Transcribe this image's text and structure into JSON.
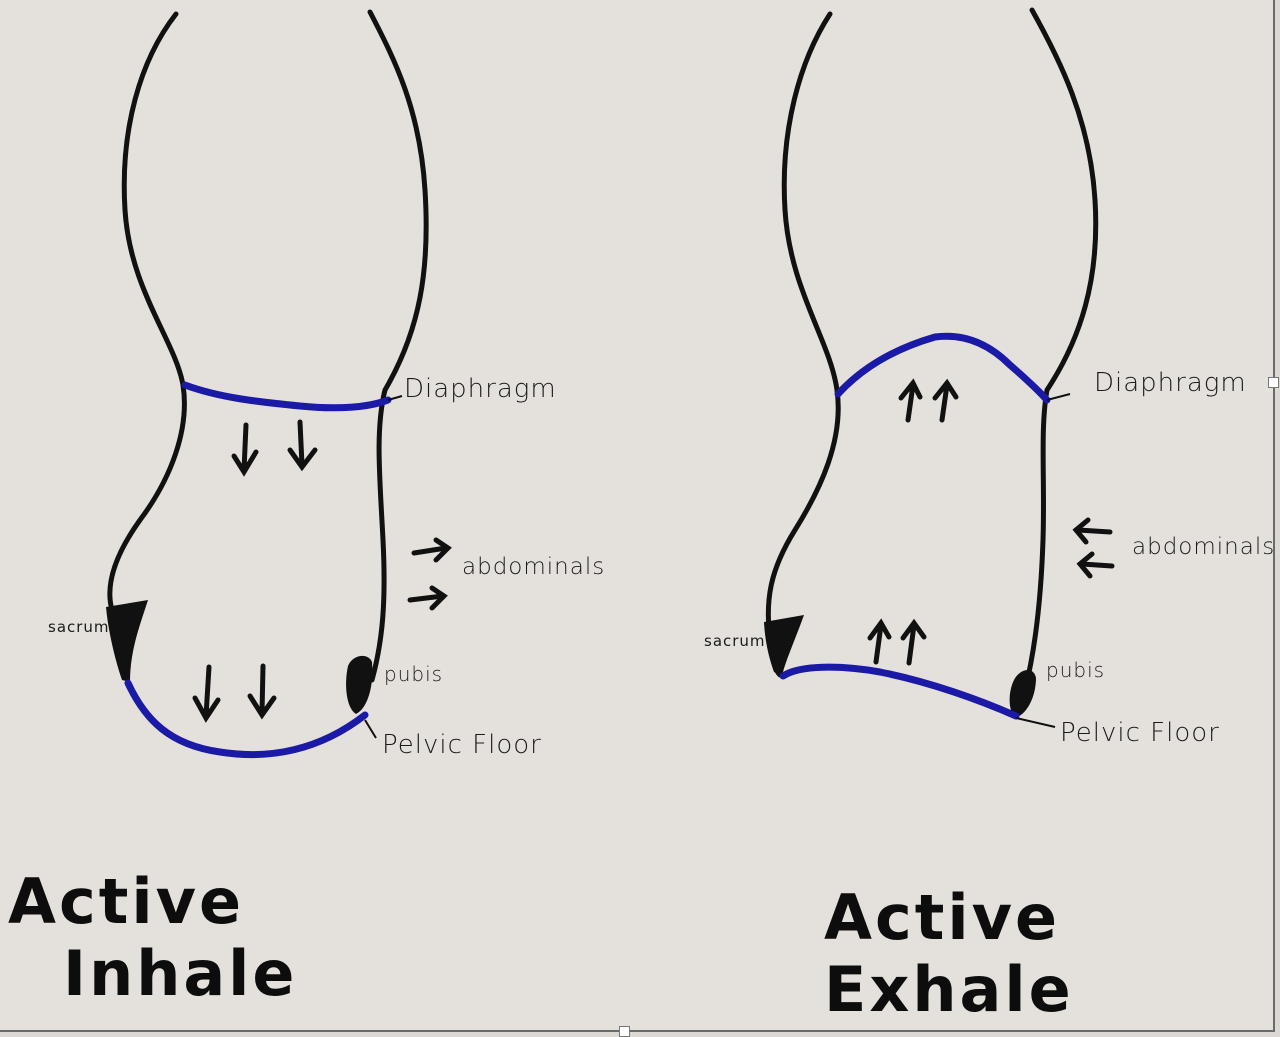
{
  "colors": {
    "paper": "#e4e1dc",
    "ink": "#111111",
    "muscle_blue": "#1a1aa6"
  },
  "panels": [
    {
      "title_line1": "Active",
      "title_line2": "Inhale",
      "labels": {
        "diaphragm": "Diaphragm",
        "abdominals": "abdominals",
        "sacrum": "sacrum",
        "pubis": "pubis",
        "pelvic_floor": "Pelvic Floor"
      },
      "arrows": {
        "diaphragm": "down",
        "abdominals": "outward",
        "pelvic_floor": "down"
      }
    },
    {
      "title_line1": "Active",
      "title_line2": "Exhale",
      "labels": {
        "diaphragm": "Diaphragm",
        "abdominals": "abdominals",
        "sacrum": "sacrum",
        "pubis": "pubis",
        "pelvic_floor": "Pelvic Floor"
      },
      "arrows": {
        "diaphragm": "up",
        "abdominals": "inward",
        "pelvic_floor": "up"
      }
    }
  ]
}
